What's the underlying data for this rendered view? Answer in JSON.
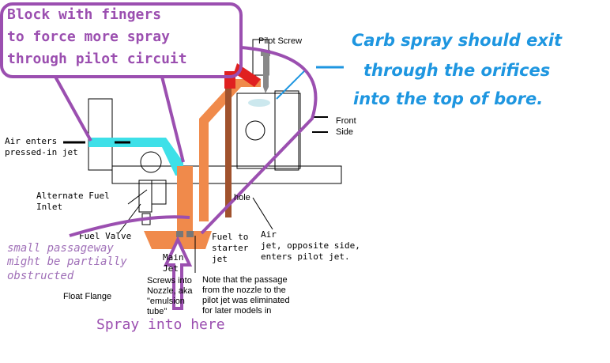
{
  "callout_block": {
    "lines": [
      "Block with fingers",
      "to force more spray",
      "through pilot circuit"
    ]
  },
  "callout_spray": {
    "lines": [
      "Carb spray should exit",
      "through the orifices",
      "into the top of bore."
    ]
  },
  "labels": {
    "pilot_screw": "Pilot Screw",
    "front": "Front",
    "side": "Side",
    "air_enters": [
      "Air enters",
      "pressed-in jet"
    ],
    "alternate_fuel": [
      "Alternate Fuel",
      "Inlet"
    ],
    "fuel_valve": "Fuel Valve",
    "hole": "hole",
    "fuel_to_starter": [
      "Fuel to",
      "starter",
      "jet"
    ],
    "air_jet": [
      "Air",
      "jet, opposite side,",
      "enters pilot jet."
    ],
    "main_jet": [
      "Main",
      "Jet"
    ],
    "screws_into": [
      "Screws into",
      "Nozzle, aka",
      "\"emulsion",
      "tube\""
    ],
    "float_flange": "Float Flange",
    "note": [
      "Note that the passage",
      "from the nozzle to the",
      "pilot jet was eliminated",
      "for later models in"
    ]
  },
  "annotation_small_passage": [
    "small passageway",
    "might be partially",
    "obstructed"
  ],
  "spray_into_here": "Spray into here",
  "colors": {
    "purple": "#9b4fb0",
    "blue": "#1e96e0",
    "cyan": "#3ee0e8",
    "fuel": "#f08a4b",
    "red": "#e02020"
  }
}
